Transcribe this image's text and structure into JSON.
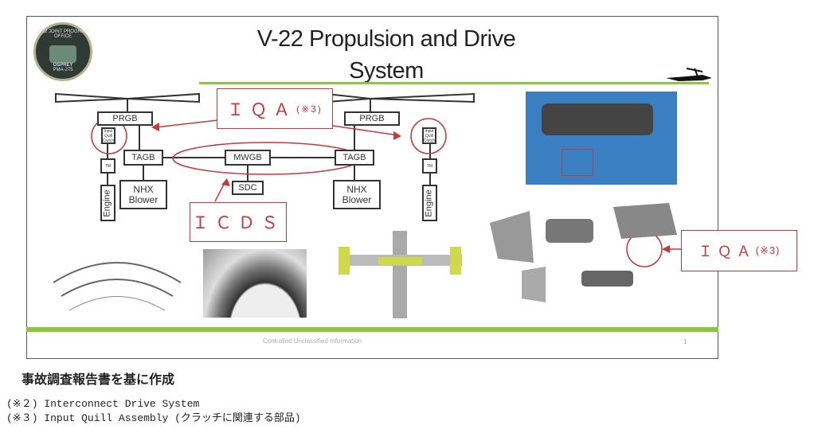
{
  "slide": {
    "title_line1": "V-22 Propulsion and Drive",
    "title_line2": "System",
    "logo": {
      "text_top": "V-22 JOINT PROGRAM OFFICE",
      "text_mid": "OSPREY",
      "text_bottom": "PMA-275"
    },
    "footer": "Controlled Unclassified Information",
    "page_number": "1",
    "diagram": {
      "prgb": "PRGB",
      "input_quill": "Input Quill Clutch",
      "tagb": "TAGB",
      "tm": "TM",
      "engine": "Engine",
      "nhx": "NHX Blower",
      "mwgb": "MWGB",
      "sdc": "SDC"
    },
    "callouts": {
      "iqa": "ＩＱＡ",
      "iqa_ref": "(※3)",
      "icds": "ＩＣＤＳ",
      "iqa_right": "ＩＱＡ",
      "iqa_right_ref": "(※3)"
    }
  },
  "notes": {
    "source": "事故調査報告書を基に作成",
    "note2": "(※２) Interconnect Drive System",
    "note3": "(※３) Input Quill Assembly (クラッチに関連する部品)"
  },
  "colors": {
    "accent_red": "#c8383a",
    "accent_green": "#8cc63f"
  }
}
